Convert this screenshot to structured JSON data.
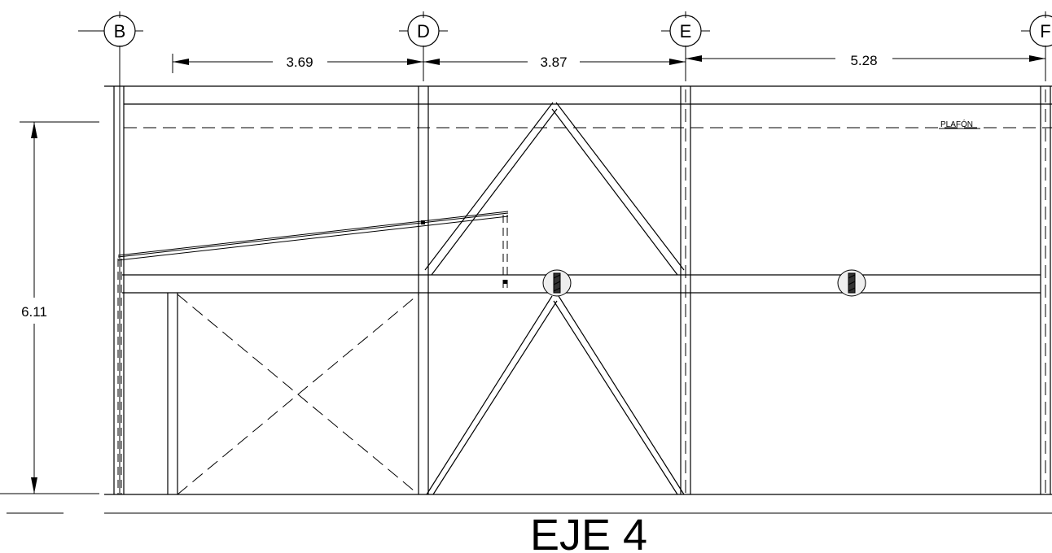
{
  "axes": {
    "b": "B",
    "d": "D",
    "e": "E",
    "f": "F"
  },
  "dimensions": {
    "bd": "3.69",
    "de": "3.87",
    "ef": "5.28",
    "height": "6.11"
  },
  "labels": {
    "ceiling": "PLAFÓN",
    "title": "EJE 4"
  }
}
